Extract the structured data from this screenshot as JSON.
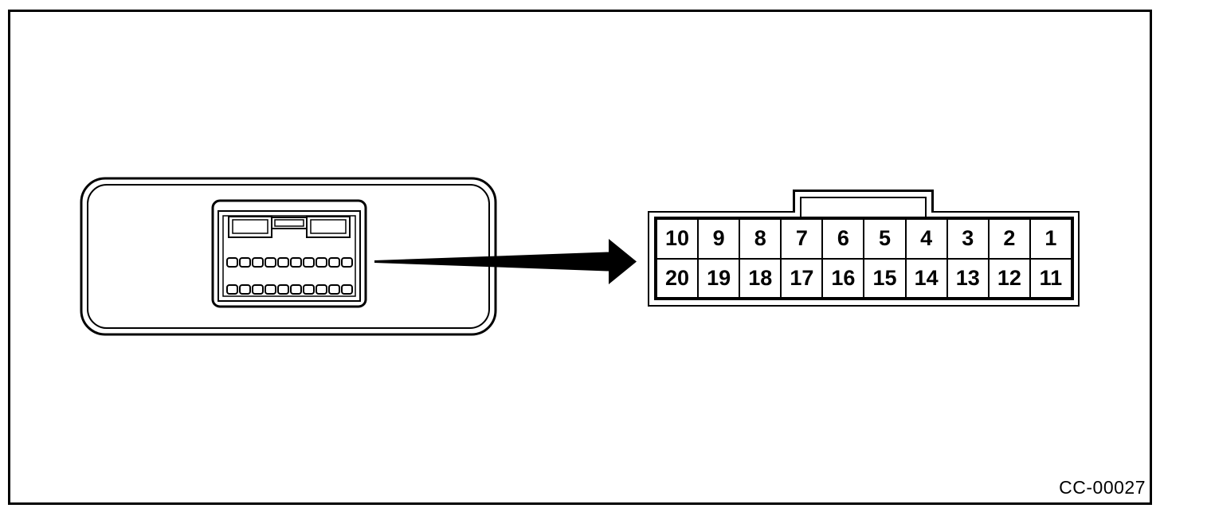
{
  "figure": {
    "description": "Control module connector pin assignment diagram",
    "figure_code": "CC-00027"
  },
  "pinout": {
    "rows": [
      [
        "10",
        "9",
        "8",
        "7",
        "6",
        "5",
        "4",
        "3",
        "2",
        "1"
      ],
      [
        "20",
        "19",
        "18",
        "17",
        "16",
        "15",
        "14",
        "13",
        "12",
        "11"
      ]
    ]
  },
  "connector": {
    "slot_rows": 2,
    "slots_per_row": 10,
    "total_pins": 20
  },
  "colors": {
    "line": "#000000",
    "background": "#ffffff"
  }
}
